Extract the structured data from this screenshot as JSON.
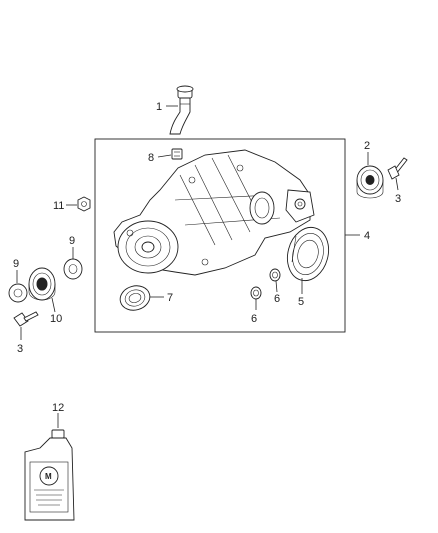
{
  "callouts": {
    "c1": "1",
    "c2": "2",
    "c3a": "3",
    "c3b": "3",
    "c4": "4",
    "c5": "5",
    "c6a": "6",
    "c6b": "6",
    "c7": "7",
    "c8": "8",
    "c9a": "9",
    "c9b": "9",
    "c10": "10",
    "c11": "11",
    "c12": "12"
  },
  "logo": {
    "letters": "M"
  }
}
